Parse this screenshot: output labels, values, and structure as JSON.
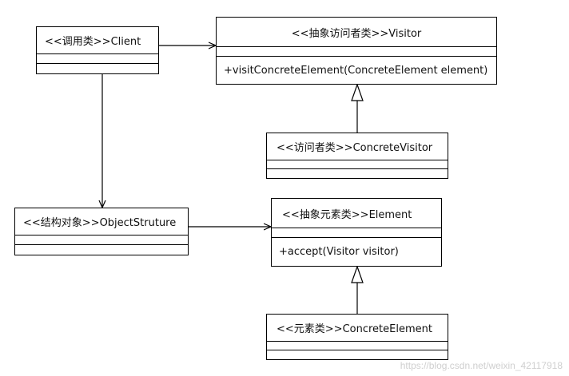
{
  "classes": {
    "client": {
      "name": "<<调用类>>Client",
      "operations": []
    },
    "visitor": {
      "name": "<<抽象访问者类>>Visitor",
      "operations": [
        "+visitConcreteElement(ConcreteElement element)"
      ]
    },
    "concrete_visitor": {
      "name": "<<访问者类>>ConcreteVisitor",
      "operations": []
    },
    "object_structure": {
      "name": "<<结构对象>>ObjectStruture",
      "operations": []
    },
    "element": {
      "name": "<<抽象元素类>>Element",
      "operations": [
        "+accept(Visitor visitor)"
      ]
    },
    "concrete_element": {
      "name": "<<元素类>>ConcreteElement",
      "operations": []
    }
  },
  "relations": [
    {
      "from": "client",
      "to": "visitor",
      "type": "association"
    },
    {
      "from": "client",
      "to": "object_structure",
      "type": "association"
    },
    {
      "from": "object_structure",
      "to": "element",
      "type": "association"
    },
    {
      "from": "concrete_visitor",
      "to": "visitor",
      "type": "generalization"
    },
    {
      "from": "concrete_element",
      "to": "element",
      "type": "generalization"
    }
  ],
  "watermark": "https://blog.csdn.net/weixin_42117918"
}
